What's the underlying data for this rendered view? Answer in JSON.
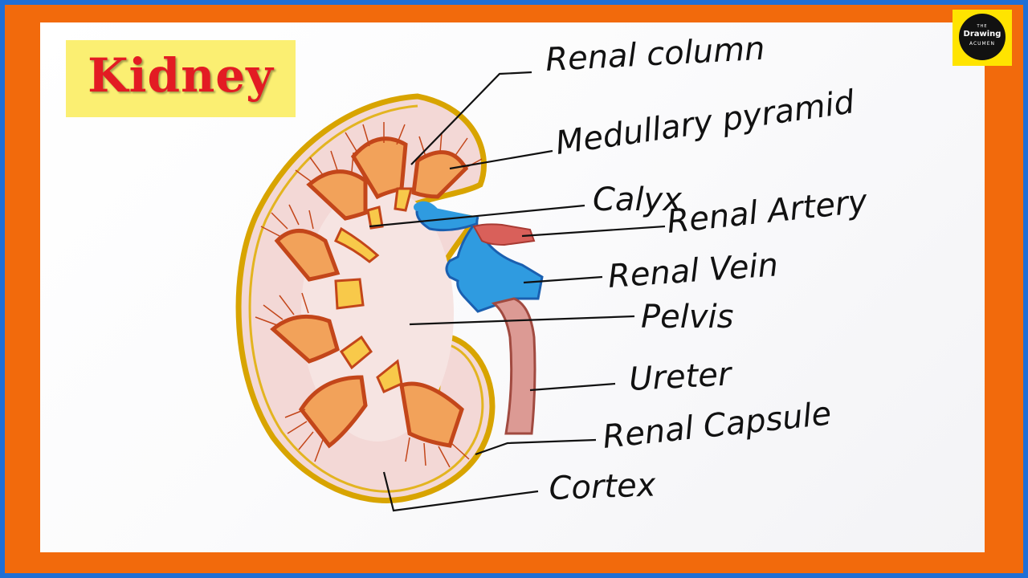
{
  "title": "Kidney",
  "logo": {
    "line1": "THE",
    "line2": "Drawing",
    "line3": "ACUMEN"
  },
  "labels": {
    "renal_column": "Renal column",
    "medullary_pyramid": "Medullary pyramid",
    "calyx": "Calyx",
    "renal_artery": "Renal Artery",
    "renal_vein": "Renal Vein",
    "pelvis": "Pelvis",
    "ureter": "Ureter",
    "renal_capsule": "Renal Capsule",
    "cortex": "Cortex"
  },
  "colors": {
    "background_border": "#1f6fd6",
    "orange_frame": "#f26a0c",
    "title_box": "#fbef72",
    "title_text": "#e31b23",
    "capsule_outline": "#d8a400",
    "cortex_fill": "#f3d8d6",
    "pyramid_fill": "#f2a25a",
    "pyramid_outline": "#c3461a",
    "column_fill": "#f8c94a",
    "vein_fill": "#2f9be0",
    "artery_fill": "#d9605a",
    "ureter_fill": "#dc9a94"
  }
}
